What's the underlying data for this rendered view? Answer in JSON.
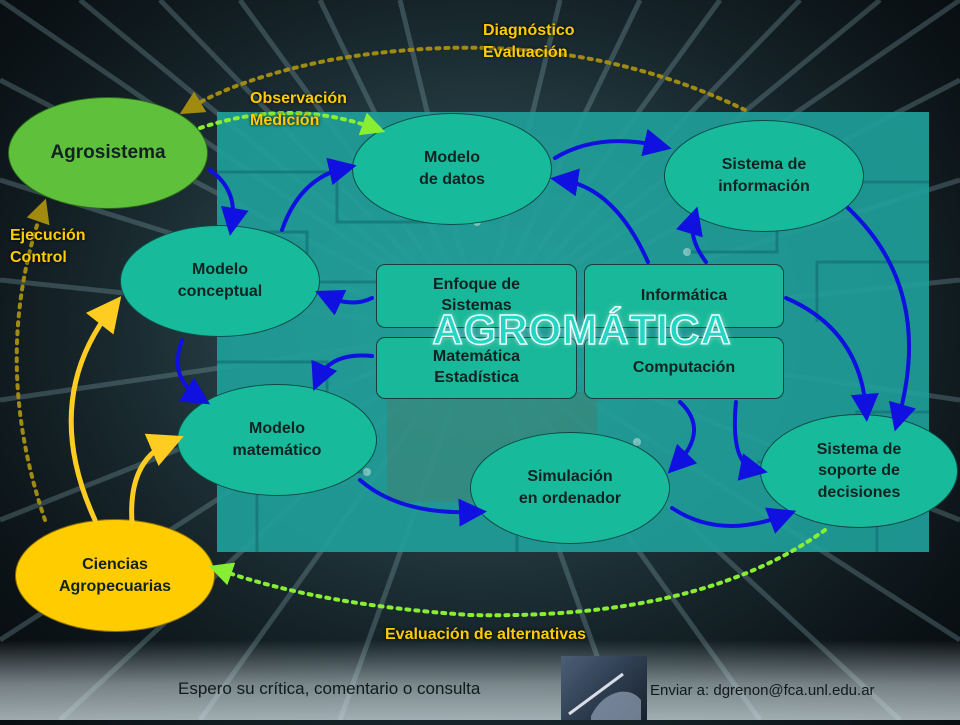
{
  "title": "AGROMÁTICA",
  "nodes": {
    "agrosistema": "Agrosistema",
    "modelo_datos": [
      "Modelo",
      "de datos"
    ],
    "sistema_informacion": [
      "Sistema de",
      "información"
    ],
    "modelo_conceptual": [
      "Modelo",
      "conceptual"
    ],
    "modelo_matematico": [
      "Modelo",
      "matemático"
    ],
    "simulacion": [
      "Simulación",
      "en ordenador"
    ],
    "sistema_soporte": [
      "Sistema de",
      "soporte de",
      "decisiones"
    ],
    "ciencias": [
      "Ciencias",
      "Agropecuarias"
    ]
  },
  "boxes": {
    "enfoque": [
      "Enfoque de",
      "Sistemas"
    ],
    "informatica": "Informática",
    "matematica": [
      "Matemática",
      "Estadística"
    ],
    "computacion": "Computación"
  },
  "labels": {
    "diagnostico": [
      "Diagnóstico",
      "Evaluación"
    ],
    "observacion": [
      "Observación",
      "Medición"
    ],
    "ejecucion": [
      "Ejecución",
      "Control"
    ],
    "evaluacion_alternativas": "Evaluación de alternativas"
  },
  "footer": {
    "message": "Espero su crítica, comentario o consulta",
    "email": "Enviar a: dgrenon@fca.unl.edu.ar"
  },
  "colors": {
    "node_fill": "#17bb9b",
    "agrosistema_fill": "#5fc13b",
    "ciencias_fill": "#ffcc00",
    "arrow_blue": "#1010e0",
    "arrow_yellow": "#ffcc22",
    "dotted_olive": "#a08a10",
    "dotted_green": "#88ee33",
    "panel": "#1f9e99"
  }
}
